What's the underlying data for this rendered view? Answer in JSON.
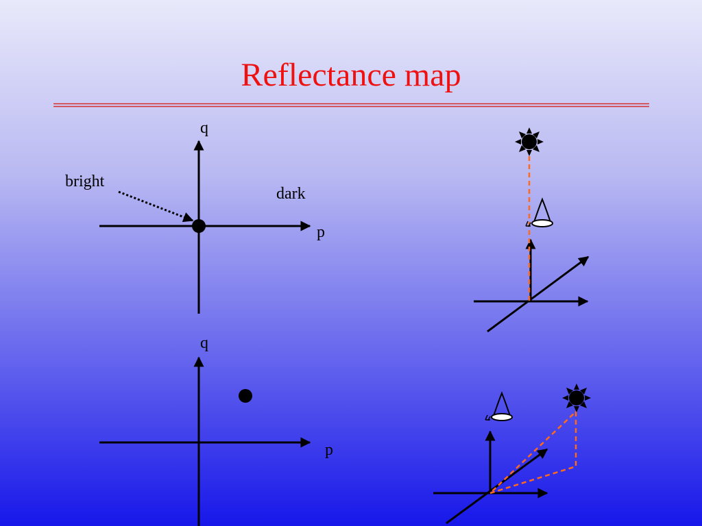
{
  "title": "Reflectance map",
  "colors": {
    "title": "#ee1111",
    "rule": "#d62c2c",
    "light_ray": "#ff6a1a",
    "ink": "#000000"
  },
  "diagrams": {
    "top": {
      "q_axis_label": "q",
      "p_axis_label": "p",
      "bright_label": "bright",
      "dark_label": "dark"
    },
    "bottom": {
      "q_axis_label": "q",
      "p_axis_label": "p"
    }
  },
  "icons": [
    "sun-icon",
    "eye-icon"
  ]
}
